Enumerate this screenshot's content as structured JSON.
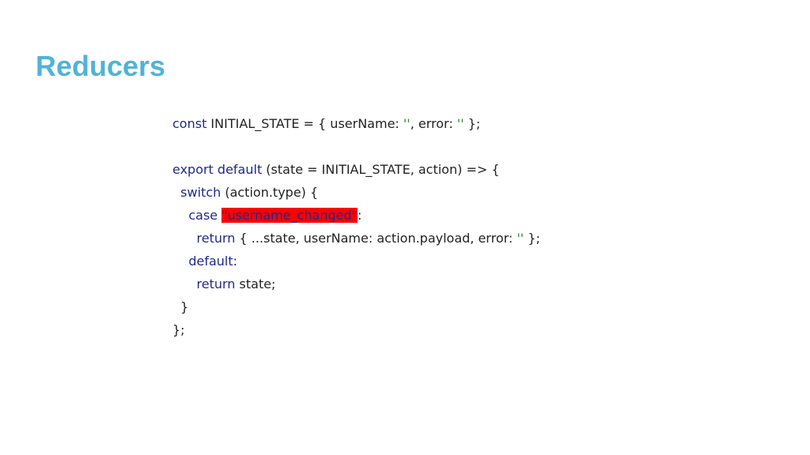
{
  "slide": {
    "title": "Reducers"
  },
  "code": {
    "line1": {
      "kw": "const",
      "text1": " INITIAL_STATE = { userName: ",
      "str1": "''",
      "text2": ", error: ",
      "str2": "''",
      "text3": " };"
    },
    "line3": {
      "kw1": "export",
      "sp": " ",
      "kw2": "default",
      "text": " (state = INITIAL_STATE, action) => {"
    },
    "line4": {
      "indent": "  ",
      "kw": "switch",
      "text": " (action.type) {"
    },
    "line5": {
      "indent": "    ",
      "kw": "case",
      "sp": " ",
      "str": "\"username_changed\"",
      "text": ":"
    },
    "line6": {
      "indent": "      ",
      "kw": "return",
      "text1": " { ...state, userName: action.payload, error: ",
      "str": "''",
      "text2": " };"
    },
    "line7": {
      "indent": "    ",
      "kw": "default",
      "text": ":"
    },
    "line8": {
      "indent": "      ",
      "kw": "return",
      "text": " state;"
    },
    "line9": {
      "text": "  }"
    },
    "line10": {
      "text": "};"
    }
  },
  "colors": {
    "title": "#4fb3d9",
    "keyword": "#1f2a8c",
    "string": "#2e8b2e",
    "highlight": "#ff0000"
  }
}
